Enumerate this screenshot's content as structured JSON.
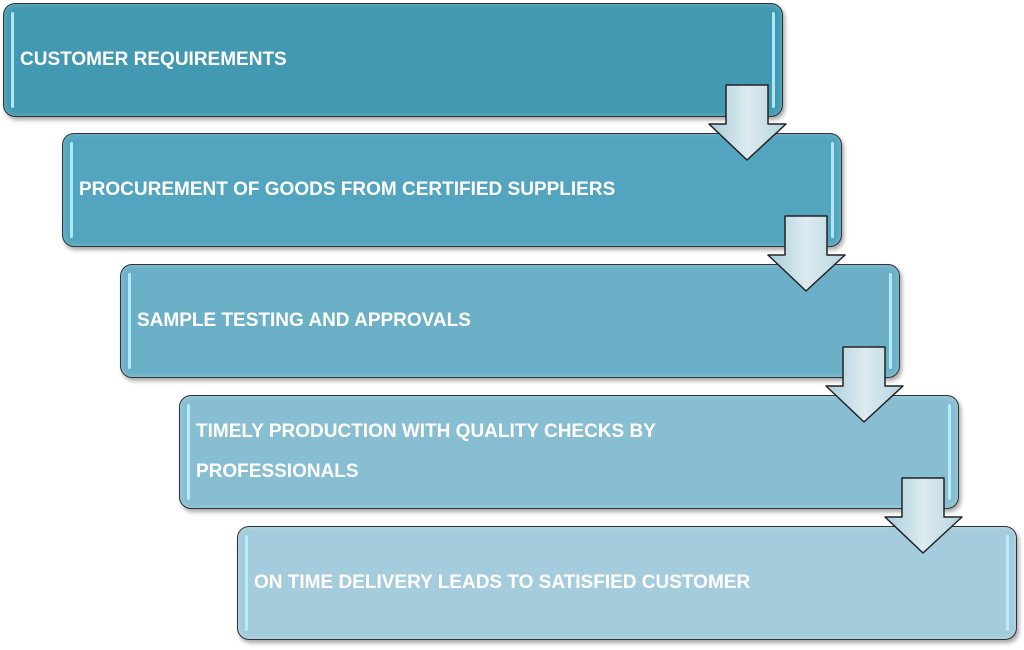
{
  "steps": [
    {
      "label": "CUSTOMER REQUIREMENTS",
      "color": "#4299b1"
    },
    {
      "label": "PROCUREMENT OF GOODS FROM CERTIFIED SUPPLIERS",
      "color": "#53a5bf"
    },
    {
      "label": "SAMPLE TESTING AND APPROVALS",
      "color": "#6cb0c8"
    },
    {
      "label": "TIMELY PRODUCTION WITH QUALITY CHECKS BY PROFESSIONALS",
      "color": "#88bed2"
    },
    {
      "label": "ON TIME DELIVERY LEADS TO SATISFIED CUSTOMER",
      "color": "#a4ccdc"
    }
  ],
  "arrow_icon": "down-arrow-icon"
}
